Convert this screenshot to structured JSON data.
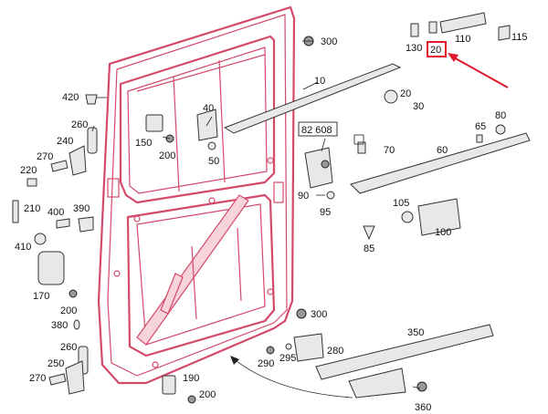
{
  "diagram": {
    "callouts": [
      {
        "id": "c300a",
        "text": "300"
      },
      {
        "id": "c420",
        "text": "420"
      },
      {
        "id": "c260a",
        "text": "260"
      },
      {
        "id": "c240",
        "text": "240"
      },
      {
        "id": "c270a",
        "text": "270"
      },
      {
        "id": "c220",
        "text": "220"
      },
      {
        "id": "c210",
        "text": "210"
      },
      {
        "id": "c400",
        "text": "400"
      },
      {
        "id": "c390",
        "text": "390"
      },
      {
        "id": "c410",
        "text": "410"
      },
      {
        "id": "c170",
        "text": "170"
      },
      {
        "id": "c200a",
        "text": "200"
      },
      {
        "id": "c380",
        "text": "380"
      },
      {
        "id": "c260b",
        "text": "260"
      },
      {
        "id": "c250",
        "text": "250"
      },
      {
        "id": "c270b",
        "text": "270"
      },
      {
        "id": "c190",
        "text": "190"
      },
      {
        "id": "c200b",
        "text": "200"
      },
      {
        "id": "c150",
        "text": "150"
      },
      {
        "id": "c40",
        "text": "40"
      },
      {
        "id": "c50",
        "text": "50"
      },
      {
        "id": "c200c",
        "text": "200"
      },
      {
        "id": "c10",
        "text": "10"
      },
      {
        "id": "c20a",
        "text": "20"
      },
      {
        "id": "c30",
        "text": "30"
      },
      {
        "id": "c130",
        "text": "130"
      },
      {
        "id": "c20b",
        "text": "20"
      },
      {
        "id": "c110",
        "text": "110"
      },
      {
        "id": "c115",
        "text": "115"
      },
      {
        "id": "c82608",
        "text": "82 608"
      },
      {
        "id": "c70",
        "text": "70"
      },
      {
        "id": "c90",
        "text": "90"
      },
      {
        "id": "c95",
        "text": "95"
      },
      {
        "id": "c65",
        "text": "65"
      },
      {
        "id": "c80",
        "text": "80"
      },
      {
        "id": "c60",
        "text": "60"
      },
      {
        "id": "c105",
        "text": "105"
      },
      {
        "id": "c100",
        "text": "100"
      },
      {
        "id": "c85",
        "text": "85"
      },
      {
        "id": "c300b",
        "text": "300"
      },
      {
        "id": "c350",
        "text": "350"
      },
      {
        "id": "c280",
        "text": "280"
      },
      {
        "id": "c290",
        "text": "290"
      },
      {
        "id": "c295",
        "text": "295"
      },
      {
        "id": "c360",
        "text": "360"
      }
    ],
    "highlight_color": "#e0182a",
    "door_color": "#d4496a"
  }
}
